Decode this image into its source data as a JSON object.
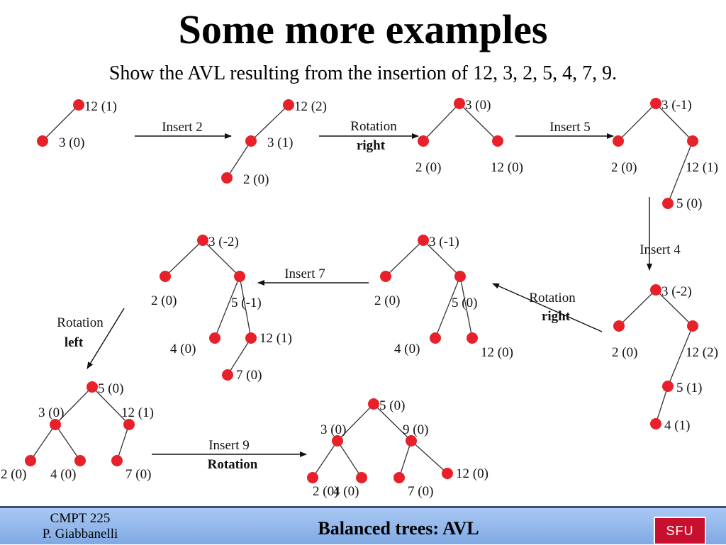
{
  "slide": {
    "title": "Some more examples",
    "subtitle": "Show the AVL resulting from the insertion of 12, 3, 2, 5, 4, 7, 9."
  },
  "footer": {
    "course": "CMPT 225",
    "author": "P. Giabbanelli",
    "topic": "Balanced trees: AVL",
    "logo_text": "SFU"
  },
  "colors": {
    "node": "#e8202a",
    "edge": "#333333",
    "footer": "#8db4ea"
  },
  "steps": [
    {
      "name": "step-1-initial",
      "nodes": [
        {
          "id": "12",
          "label": "12 (1)"
        },
        {
          "id": "3",
          "label": "3 (0)"
        }
      ],
      "edges": [
        [
          "12",
          "3"
        ]
      ]
    },
    {
      "name": "step-2-insert-2",
      "nodes": [
        {
          "id": "12",
          "label": "12 (2)"
        },
        {
          "id": "3",
          "label": "3 (1)"
        },
        {
          "id": "2",
          "label": "2 (0)"
        }
      ],
      "edges": [
        [
          "12",
          "3"
        ],
        [
          "3",
          "2"
        ]
      ]
    },
    {
      "name": "step-3-rotated-right",
      "nodes": [
        {
          "id": "3",
          "label": "3 (0)"
        },
        {
          "id": "2",
          "label": "2 (0)"
        },
        {
          "id": "12",
          "label": "12 (0)"
        }
      ],
      "edges": [
        [
          "3",
          "2"
        ],
        [
          "3",
          "12"
        ]
      ]
    },
    {
      "name": "step-4-insert-5",
      "nodes": [
        {
          "id": "3",
          "label": "3 (-1)"
        },
        {
          "id": "2",
          "label": "2 (0)"
        },
        {
          "id": "12",
          "label": "12 (1)"
        },
        {
          "id": "5",
          "label": "5 (0)"
        }
      ],
      "edges": [
        [
          "3",
          "2"
        ],
        [
          "3",
          "12"
        ],
        [
          "12",
          "5"
        ]
      ]
    },
    {
      "name": "step-5-insert-4",
      "nodes": [
        {
          "id": "3",
          "label": "3 (-2)"
        },
        {
          "id": "2",
          "label": "2 (0)"
        },
        {
          "id": "12",
          "label": "12 (2)"
        },
        {
          "id": "5",
          "label": "5 (1)"
        },
        {
          "id": "4",
          "label": "4 (1)"
        }
      ],
      "edges": [
        [
          "3",
          "2"
        ],
        [
          "3",
          "12"
        ],
        [
          "12",
          "5"
        ],
        [
          "5",
          "4"
        ]
      ]
    },
    {
      "name": "step-6-rotated-right",
      "nodes": [
        {
          "id": "3",
          "label": "3 (-1)"
        },
        {
          "id": "2",
          "label": "2 (0)"
        },
        {
          "id": "5",
          "label": "5 (0)"
        },
        {
          "id": "4",
          "label": "4 (0)"
        },
        {
          "id": "12",
          "label": "12 (0)"
        }
      ],
      "edges": [
        [
          "3",
          "2"
        ],
        [
          "3",
          "5"
        ],
        [
          "5",
          "4"
        ],
        [
          "5",
          "12"
        ]
      ]
    },
    {
      "name": "step-7-insert-7",
      "nodes": [
        {
          "id": "3",
          "label": "3 (-2)"
        },
        {
          "id": "2",
          "label": "2 (0)"
        },
        {
          "id": "5",
          "label": "5 (-1)"
        },
        {
          "id": "4",
          "label": "4 (0)"
        },
        {
          "id": "12",
          "label": "12 (1)"
        },
        {
          "id": "7",
          "label": "7 (0)"
        }
      ],
      "edges": [
        [
          "3",
          "2"
        ],
        [
          "3",
          "5"
        ],
        [
          "5",
          "4"
        ],
        [
          "5",
          "12"
        ],
        [
          "12",
          "7"
        ]
      ]
    },
    {
      "name": "step-8-rotated-left",
      "nodes": [
        {
          "id": "5",
          "label": "5 (0)"
        },
        {
          "id": "3",
          "label": "3 (0)"
        },
        {
          "id": "12",
          "label": "12 (1)"
        },
        {
          "id": "2",
          "label": "2 (0)"
        },
        {
          "id": "4",
          "label": "4 (0)"
        },
        {
          "id": "7",
          "label": "7 (0)"
        }
      ],
      "edges": [
        [
          "5",
          "3"
        ],
        [
          "5",
          "12"
        ],
        [
          "3",
          "2"
        ],
        [
          "3",
          "4"
        ],
        [
          "12",
          "7"
        ]
      ]
    },
    {
      "name": "step-9-insert-9-rotated",
      "nodes": [
        {
          "id": "5",
          "label": "5 (0)"
        },
        {
          "id": "3",
          "label": "3 (0)"
        },
        {
          "id": "9",
          "label": "9 (0)"
        },
        {
          "id": "2",
          "label": "2 (0)"
        },
        {
          "id": "4",
          "label": "4 (0)"
        },
        {
          "id": "7",
          "label": "7 (0)"
        },
        {
          "id": "12",
          "label": "12 (0)"
        }
      ],
      "edges": [
        [
          "5",
          "3"
        ],
        [
          "5",
          "9"
        ],
        [
          "3",
          "2"
        ],
        [
          "3",
          "4"
        ],
        [
          "9",
          "7"
        ],
        [
          "9",
          "12"
        ]
      ]
    }
  ],
  "arrows": [
    {
      "name": "arrow-insert-2",
      "labels": [
        "Insert 2"
      ]
    },
    {
      "name": "arrow-rotation-right-1",
      "labels": [
        "Rotation",
        "right"
      ]
    },
    {
      "name": "arrow-insert-5",
      "labels": [
        "Insert 5"
      ]
    },
    {
      "name": "arrow-insert-4",
      "labels": [
        "Insert 4"
      ]
    },
    {
      "name": "arrow-rotation-right-2",
      "labels": [
        "Rotation",
        "right"
      ]
    },
    {
      "name": "arrow-insert-7",
      "labels": [
        "Insert 7"
      ]
    },
    {
      "name": "arrow-rotation-left",
      "labels": [
        "Rotation",
        "left"
      ]
    },
    {
      "name": "arrow-insert-9",
      "labels": [
        "Insert 9",
        "Rotation"
      ]
    }
  ]
}
